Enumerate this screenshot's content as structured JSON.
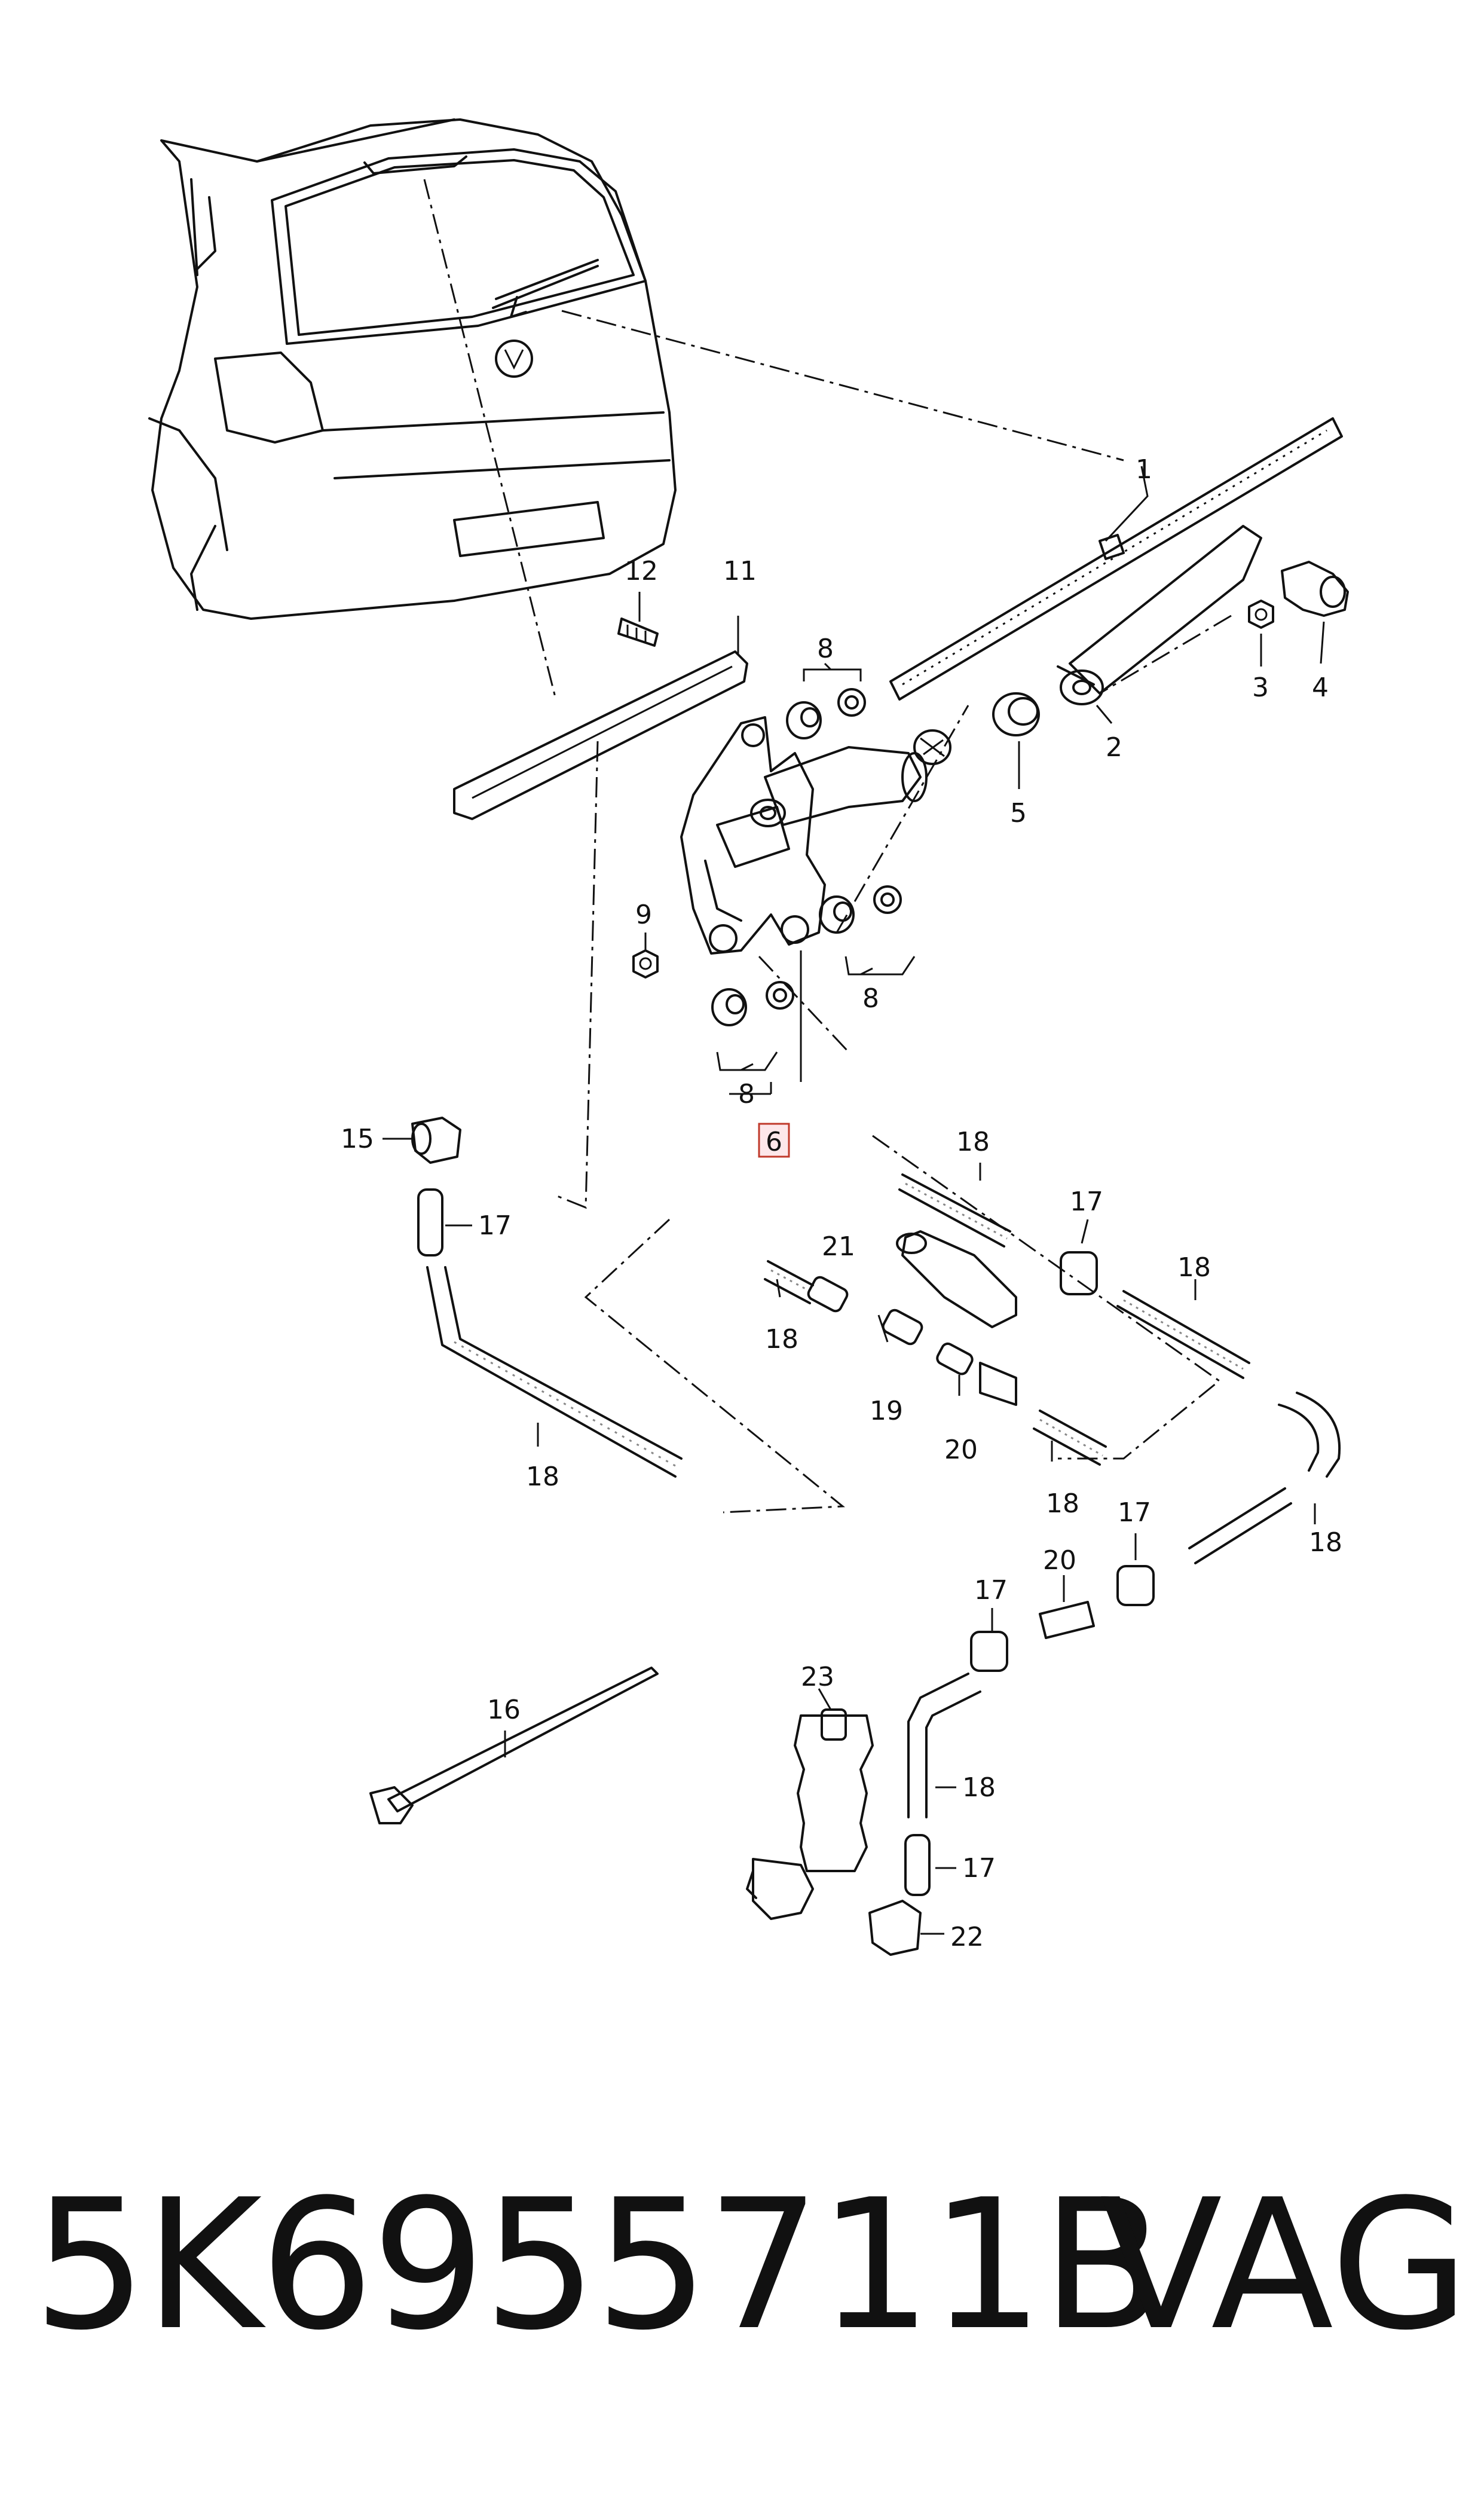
{
  "callouts": {
    "c1": "1",
    "c2": "2",
    "c3": "3",
    "c4": "4",
    "c5": "5",
    "c6": "6",
    "c8a": "8",
    "c8b": "8",
    "c8c": "8",
    "c9": "9",
    "c11": "11",
    "c12": "12",
    "c15": "15",
    "c16": "16",
    "c17a": "17",
    "c17b": "17",
    "c17c": "17",
    "c17d": "17",
    "c17e": "17",
    "c18a": "18",
    "c18b": "18",
    "c18c": "18",
    "c18d": "18",
    "c18e": "18",
    "c18f": "18",
    "c18g": "18",
    "c19": "19",
    "c20a": "20",
    "c20b": "20",
    "c21": "21",
    "c22": "22",
    "c23": "23"
  },
  "highlighted_callout": "6",
  "footer": {
    "part_number": "5K6955711B",
    "brand": "VAG"
  }
}
